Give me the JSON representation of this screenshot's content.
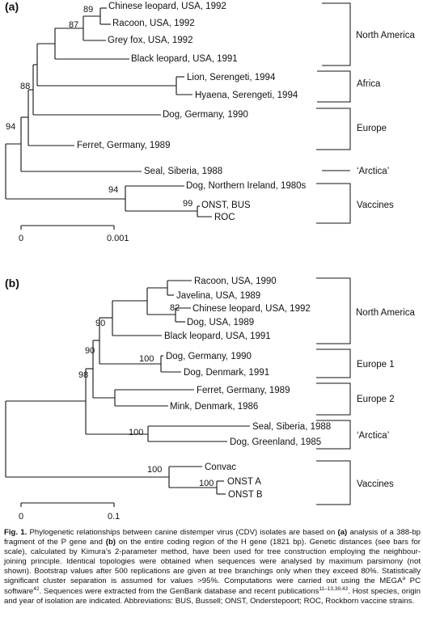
{
  "figure": {
    "panels": [
      {
        "label": "(a)",
        "leaves": [
          "Chinese leopard, USA, 1992",
          "Racoon, USA, 1992",
          "Grey fox, USA, 1992",
          "Black leopard, USA, 1991",
          "Lion, Serengeti, 1994",
          "Hyaena, Serengeti, 1994",
          "Dog, Germany, 1990",
          "Ferret, Germany, 1989",
          "Seal, Siberia, 1988",
          "Dog, Northern Ireland, 1980s",
          "ONST, BUS",
          "ROC"
        ],
        "bootstrap": [
          "89",
          "87",
          "88",
          "94",
          "94",
          "99"
        ],
        "groups": [
          "North America",
          "Africa",
          "Europe",
          "‘Arctica’",
          "Vaccines"
        ],
        "scale": {
          "start": "0",
          "end": "0.001"
        }
      },
      {
        "label": "(b)",
        "leaves": [
          "Racoon, USA, 1990",
          "Javelina, USA, 1989",
          "Chinese leopard, USA, 1992",
          "Dog, USA, 1989",
          "Black leopard, USA, 1991",
          "Dog, Germany, 1990",
          "Dog, Denmark, 1991",
          "Ferret, Germany, 1989",
          "Mink, Denmark, 1986",
          "Seal, Siberia, 1988",
          "Dog, Greenland, 1985",
          "Convac",
          "ONST A",
          "ONST B"
        ],
        "bootstrap": [
          "82",
          "90",
          "90",
          "100",
          "98",
          "100",
          "100",
          "100"
        ],
        "groups": [
          "North America",
          "Europe 1",
          "Europe 2",
          "‘Arctica’",
          "Vaccines"
        ],
        "scale": {
          "start": "0",
          "end": "0.1"
        }
      }
    ]
  },
  "caption": {
    "lead": "Fig. 1.",
    "t1": " Phylogenetic relationships between canine distemper virus (CDV) isolates are based on ",
    "a": "(a)",
    "t2": " analysis of a 388-bp fragment of the P gene and ",
    "b": "(b)",
    "t3": " on the entire coding region of the H gene (1821 bp). Genetic distances (see bars for scale), calculated by Kimura’s 2-parameter method, have been used for tree construction employing the neighbour-joining principle. Identical topologies were obtained when sequences were analysed by maximum parsimony (not shown). Bootstrap values after 500 replications are given at tree branchings only when they exceed 80%. Statistically significant cluster separation is assumed for values >95%. Computations were carried out using the MEGA",
    "sup1": "a",
    "t4": " PC software",
    "sup2": "42",
    "t5": ". Sequences were extracted from the GenBank database and recent publications",
    "sup3": "11–13,39,43",
    "t6": ". Host species, origin and year of isolation are indicated. Abbreviations: BUS, Bussell; ONST, Onderstepoort; ROC, Rockborn vaccine strains."
  }
}
